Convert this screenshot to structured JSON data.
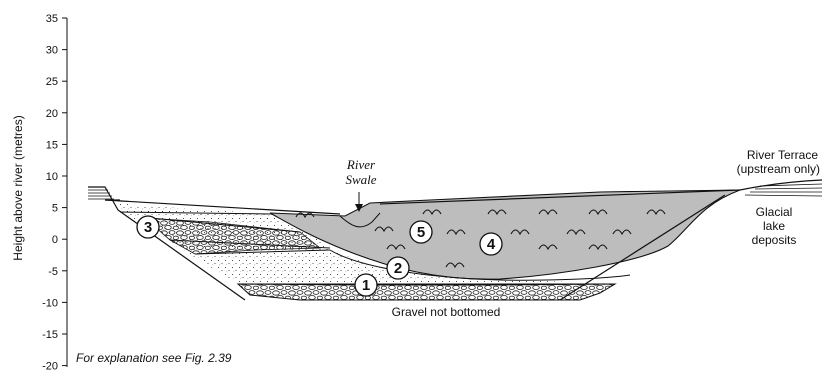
{
  "axis": {
    "title": "Height above river (metres)",
    "ticks": [
      "35",
      "30",
      "25",
      "20",
      "15",
      "10",
      "5",
      "0",
      "-5",
      "-10",
      "-15",
      "-20"
    ]
  },
  "labels": {
    "river_swale_line1": "River",
    "river_swale_line2": "Swale",
    "river_terrace_line1": "River Terrace",
    "river_terrace_line2": "(upstream only)",
    "glacial_line1": "Glacial",
    "glacial_line2": "lake",
    "glacial_line3": "deposits",
    "gravel_note": "Gravel not bottomed",
    "explanation": "For explanation see Fig. 2.39"
  },
  "units": [
    "1",
    "2",
    "3",
    "4",
    "5"
  ],
  "colors": {
    "ink": "#111111",
    "fill_unit4": "#bdbdbd"
  }
}
